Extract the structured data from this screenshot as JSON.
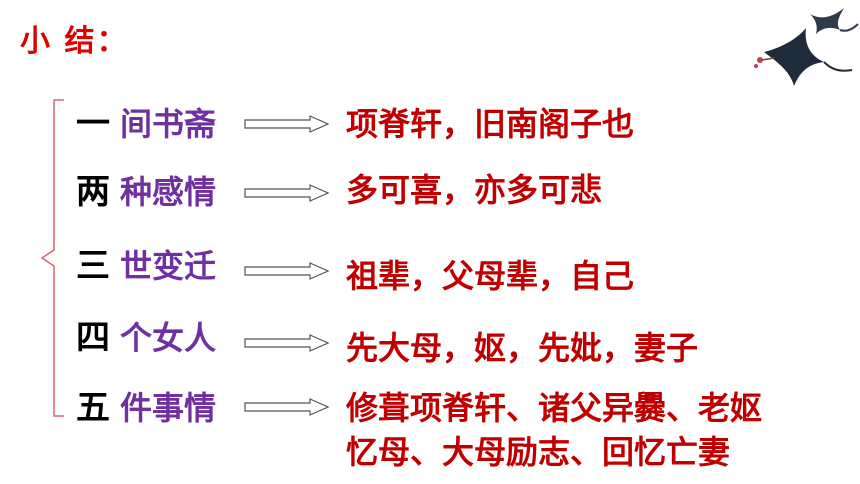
{
  "title": "小  结：",
  "items": [
    {
      "num": "一",
      "word": "间书斋",
      "desc": "项脊轩，旧南阁子也"
    },
    {
      "num": "两",
      "word": "种感情",
      "desc": "多可喜，亦多可悲"
    },
    {
      "num": "三",
      "word": "世变迁",
      "desc": "祖辈，父母辈，自己"
    },
    {
      "num": "四",
      "word": "个女人",
      "desc": "先大母，妪，先妣，妻子"
    },
    {
      "num": "五",
      "word": "件事情",
      "desc": "修葺项脊轩、诸父异爨、老妪",
      "desc2": "忆母、大母励志、回忆亡妻"
    }
  ],
  "colors": {
    "title": "#e00000",
    "num": "#000000",
    "word": "#7030a0",
    "desc": "#c00000",
    "bracket": "#e06070"
  },
  "icons": {
    "decoration": "swallows-icon",
    "connector": "hollow-arrow-icon",
    "brace": "bracket-icon"
  }
}
